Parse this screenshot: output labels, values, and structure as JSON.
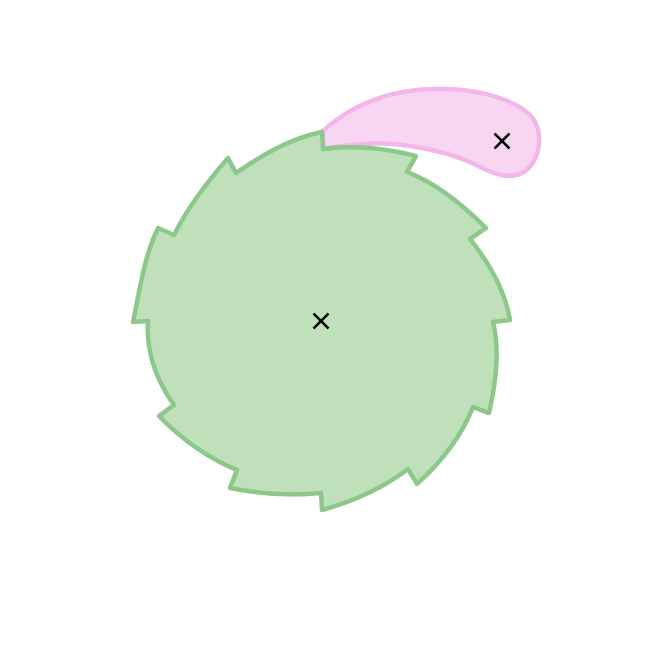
{
  "background_color": "#ffffff",
  "shapes": [
    {
      "id": "serrated-disc",
      "kind": "gear-blob",
      "fill": "#bfe0bb",
      "stroke": "#8dc88b",
      "marker": "x-marker-icon"
    },
    {
      "id": "comet-tail",
      "kind": "teardrop",
      "fill": "#f8d6f2",
      "stroke": "#f2b6e9",
      "marker": "x-marker-icon"
    }
  ],
  "marker_color": "#000000"
}
